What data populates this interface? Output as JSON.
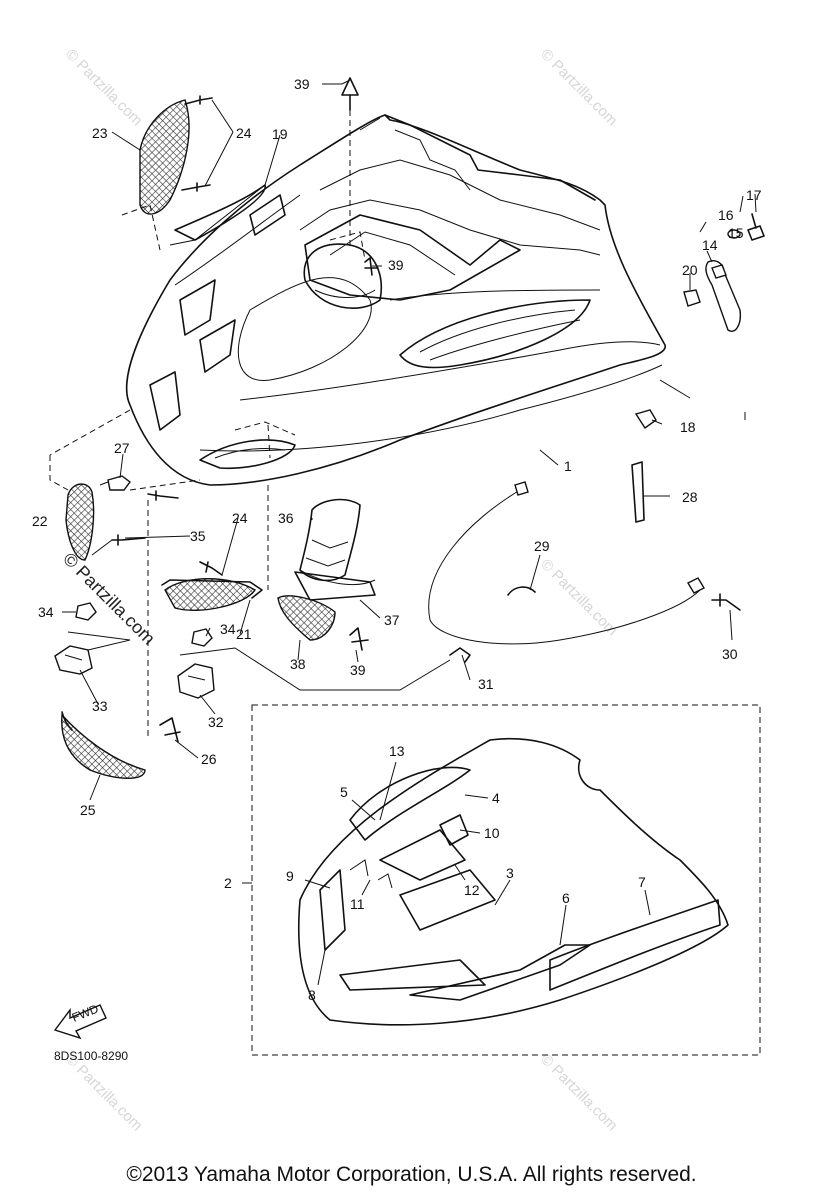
{
  "diagram_code": "8DS100-8290",
  "fwd_label": "FWD",
  "copyright": "©2013 Yamaha Motor Corporation, U.S.A. All rights reserved.",
  "watermark": "© Partzilla.com",
  "callouts": [
    {
      "id": "c1",
      "text": "1"
    },
    {
      "id": "c2",
      "text": "2"
    },
    {
      "id": "c3",
      "text": "3"
    },
    {
      "id": "c4",
      "text": "4"
    },
    {
      "id": "c5",
      "text": "5"
    },
    {
      "id": "c6",
      "text": "6"
    },
    {
      "id": "c7",
      "text": "7"
    },
    {
      "id": "c8",
      "text": "8"
    },
    {
      "id": "c9",
      "text": "9"
    },
    {
      "id": "c10",
      "text": "10"
    },
    {
      "id": "c11",
      "text": "11"
    },
    {
      "id": "c12",
      "text": "12"
    },
    {
      "id": "c13",
      "text": "13"
    },
    {
      "id": "c14",
      "text": "14"
    },
    {
      "id": "c15",
      "text": "15"
    },
    {
      "id": "c16",
      "text": "16"
    },
    {
      "id": "c17",
      "text": "17"
    },
    {
      "id": "c18",
      "text": "18"
    },
    {
      "id": "c19",
      "text": "19"
    },
    {
      "id": "c20",
      "text": "20"
    },
    {
      "id": "c21",
      "text": "21"
    },
    {
      "id": "c22",
      "text": "22"
    },
    {
      "id": "c23",
      "text": "23"
    },
    {
      "id": "c24a",
      "text": "24"
    },
    {
      "id": "c24b",
      "text": "24"
    },
    {
      "id": "c25",
      "text": "25"
    },
    {
      "id": "c26",
      "text": "26"
    },
    {
      "id": "c27",
      "text": "27"
    },
    {
      "id": "c28",
      "text": "28"
    },
    {
      "id": "c29",
      "text": "29"
    },
    {
      "id": "c30",
      "text": "30"
    },
    {
      "id": "c31",
      "text": "31"
    },
    {
      "id": "c32",
      "text": "32"
    },
    {
      "id": "c33",
      "text": "33"
    },
    {
      "id": "c34a",
      "text": "34"
    },
    {
      "id": "c34b",
      "text": "34"
    },
    {
      "id": "c35",
      "text": "35"
    },
    {
      "id": "c36",
      "text": "36"
    },
    {
      "id": "c37",
      "text": "37"
    },
    {
      "id": "c38",
      "text": "38"
    },
    {
      "id": "c39a",
      "text": "39"
    },
    {
      "id": "c39b",
      "text": "39"
    },
    {
      "id": "c39c",
      "text": "39"
    }
  ]
}
